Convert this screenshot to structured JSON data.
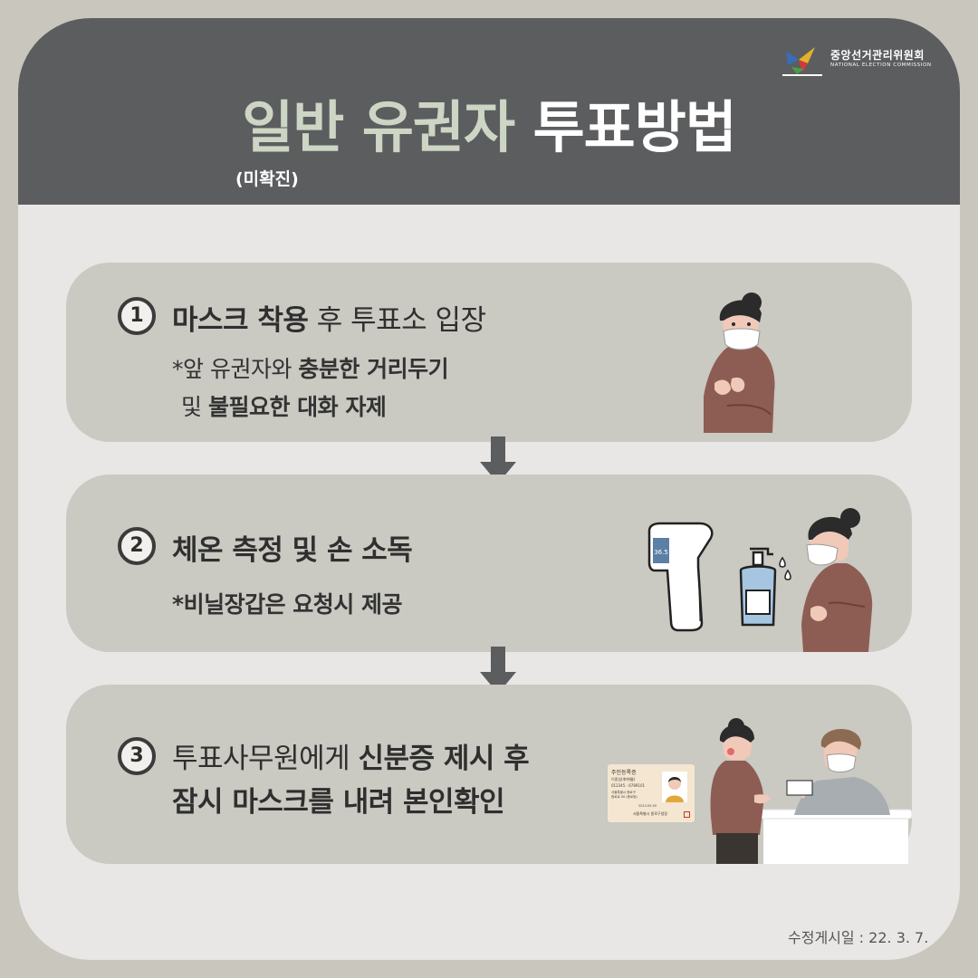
{
  "logo": {
    "name_kr": "중앙선거관리위원회",
    "name_en": "NATIONAL ELECTION COMMISSION"
  },
  "title": {
    "part1": "일반 유권자",
    "part2": "투표방법",
    "sub": "(미확진)"
  },
  "steps": [
    {
      "number": "1",
      "head_bold": "마스크 착용",
      "head_rest": " 후 투표소 입장",
      "line1_a": "*앞 유권자와 ",
      "line1_b": "충분한 거리두기",
      "line2_a": "및 ",
      "line2_b": "불필요한 대화 자제"
    },
    {
      "number": "2",
      "head_bold": "체온 측정 및 손 소독",
      "note": "*비닐장갑은 요청시 제공",
      "thermo_reading": "36.5"
    },
    {
      "number": "3",
      "line1_a": "투표사무원에게 ",
      "line1_b": "신분증 제시 후",
      "line2": "잠시 마스크를 내려 본인확인"
    }
  ],
  "id_card": {
    "title": "주민등록증",
    "name": "이중섭(李仲燮)",
    "number": "012345 - 6789101",
    "address1": "서울특별시 종로구",
    "address2": "종로로 00 (종로동)",
    "date": "2013.05.05",
    "issuer": "서울특별시 종로구청장"
  },
  "colors": {
    "header": "#5c5d5f",
    "title_accent": "#cdd5c4",
    "step_bg": "#cac9c2",
    "card_bg": "#e8e7e5",
    "outer_bg": "#c9c6be",
    "sweater": "#8d5d53"
  },
  "footer": "수정게시일 : 22. 3. 7."
}
